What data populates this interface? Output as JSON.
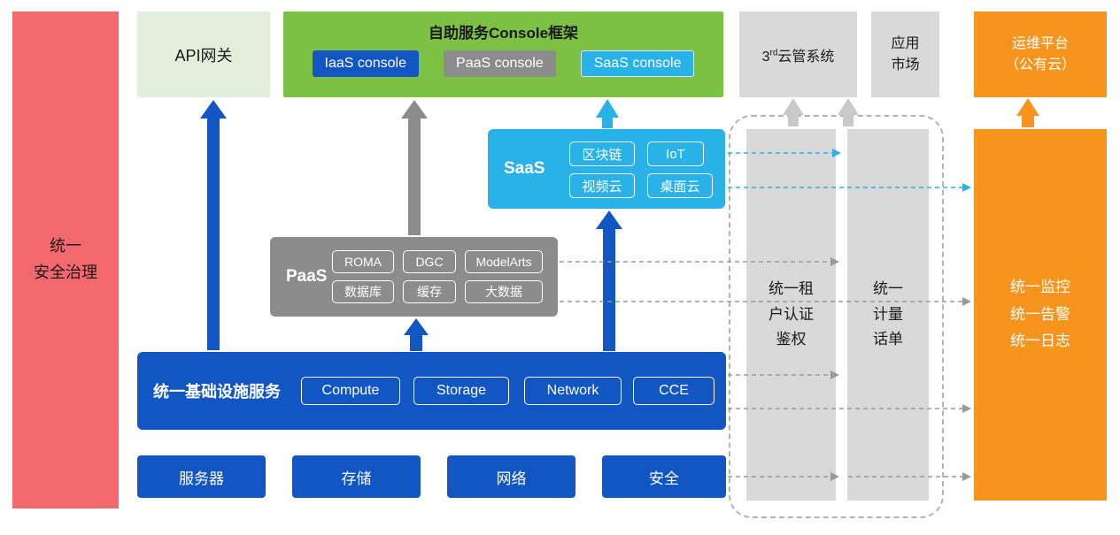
{
  "colors": {
    "security_red": "#f4696d",
    "gateway_light_green": "#e2efda",
    "console_green": "#7cc143",
    "blue": "#1256c4",
    "gray": "#8c8c8c",
    "cyan": "#29b2e8",
    "panel_gray": "#d9d9d9",
    "orange": "#f7941e"
  },
  "security_bar": {
    "label": "统一\n安全治理"
  },
  "api_gateway": {
    "label": "API网关"
  },
  "console_framework": {
    "title": "自助服务Console框架",
    "consoles": [
      {
        "label": "IaaS console"
      },
      {
        "label": "PaaS console"
      },
      {
        "label": "SaaS console"
      }
    ]
  },
  "third_party_cloud": {
    "prefix": "3",
    "sup": "rd",
    "suffix": "云管系统"
  },
  "app_market": {
    "label": "应用\n市场"
  },
  "om_platform": {
    "label": "运维平台\n（公有云）"
  },
  "saas": {
    "label": "SaaS",
    "items": [
      "区块链",
      "IoT",
      "视频云",
      "桌面云"
    ]
  },
  "paas": {
    "label": "PaaS",
    "items": [
      "ROMA",
      "DGC",
      "ModelArts",
      "数据库",
      "缓存",
      "大数据"
    ]
  },
  "infrastructure": {
    "label": "统一基础设施服务",
    "items": [
      "Compute",
      "Storage",
      "Network",
      "CCE"
    ]
  },
  "resources": [
    "服务器",
    "存储",
    "网络",
    "安全"
  ],
  "auth_bar": {
    "label": "统一租\n户认证\n鉴权"
  },
  "metering_bar": {
    "label": "统一\n计量\n话单"
  },
  "monitor_bar": {
    "label": "统一监控\n统一告警\n统一日志"
  }
}
